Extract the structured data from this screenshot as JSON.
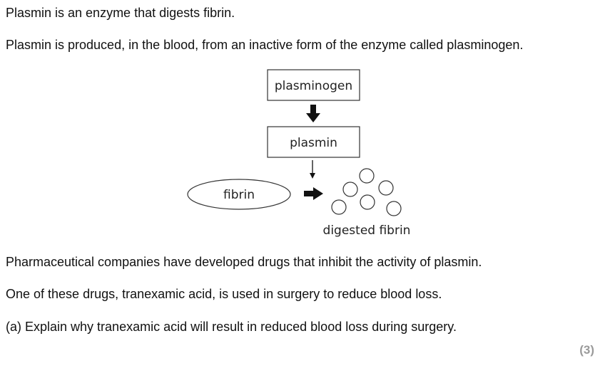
{
  "intro": {
    "line1": "Plasmin is an enzyme that digests fibrin.",
    "line2": "Plasmin is produced, in the blood, from an inactive form of the enzyme called plasminogen."
  },
  "diagram": {
    "box_top_label": "plasminogen",
    "box_bottom_label": "plasmin",
    "ellipse_label": "fibrin",
    "products_label": "digested fibrin"
  },
  "body": {
    "line3": "Pharmaceutical companies have developed drugs that inhibit the activity of plasmin.",
    "line4": "One of these drugs, tranexamic acid, is used in surgery to reduce blood loss."
  },
  "question": {
    "text": "(a)  Explain why tranexamic acid will result in reduced blood loss during surgery.",
    "marks": "(3)"
  }
}
